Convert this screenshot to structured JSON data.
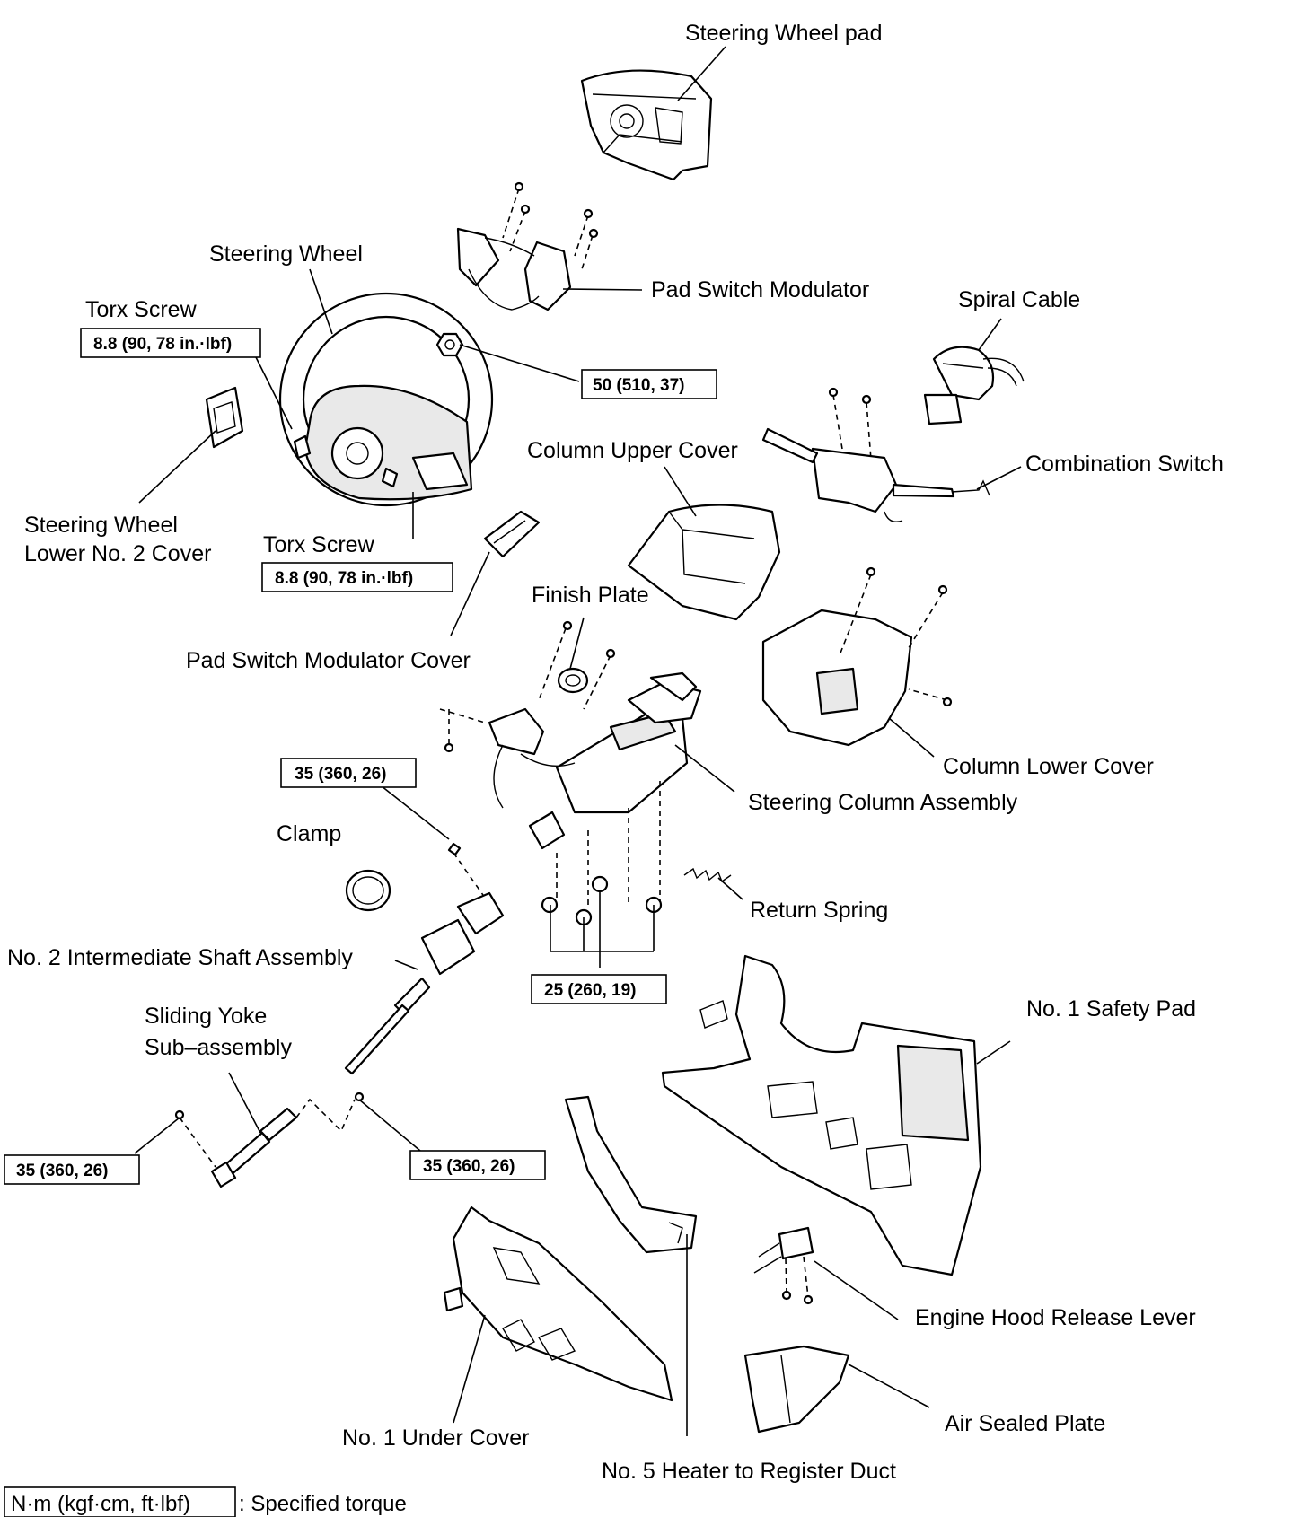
{
  "labels": {
    "steering_wheel_pad": "Steering Wheel pad",
    "pad_switch_modulator": "Pad Switch Modulator",
    "steering_wheel": "Steering Wheel",
    "torx_screw_1": "Torx Screw",
    "torx_screw_2": "Torx Screw",
    "spiral_cable": "Spiral Cable",
    "column_upper_cover": "Column Upper Cover",
    "combination_switch": "Combination Switch",
    "sw_lower_cover_line1": "Steering Wheel",
    "sw_lower_cover_line2": "Lower No. 2 Cover",
    "finish_plate": "Finish Plate",
    "pad_switch_modulator_cover": "Pad Switch Modulator Cover",
    "column_lower_cover": "Column Lower Cover",
    "steering_column_assembly": "Steering Column Assembly",
    "clamp": "Clamp",
    "return_spring": "Return Spring",
    "intermediate_shaft": "No. 2 Intermediate Shaft Assembly",
    "no1_safety_pad": "No. 1 Safety Pad",
    "sliding_yoke_line1": "Sliding Yoke",
    "sliding_yoke_line2": "Sub–assembly",
    "engine_hood_release_lever": "Engine Hood Release Lever",
    "air_sealed_plate": "Air Sealed Plate",
    "no1_under_cover": "No. 1 Under Cover",
    "no5_heater_duct": "No. 5 Heater to Register Duct"
  },
  "torques": {
    "torx_upper": "8.8 (90, 78 in.·lbf)",
    "torx_lower": "8.8 (90, 78 in.·lbf)",
    "nut_50": "50 (510, 37)",
    "bolt_35_upper": "35 (360, 26)",
    "nuts_25": "25 (260, 19)",
    "bolt_35_left": "35 (360, 26)",
    "bolt_35_right": "35 (360, 26)"
  },
  "legend": {
    "unit": "N·m (kgf·cm, ft·lbf)",
    "text": ": Specified torque"
  }
}
